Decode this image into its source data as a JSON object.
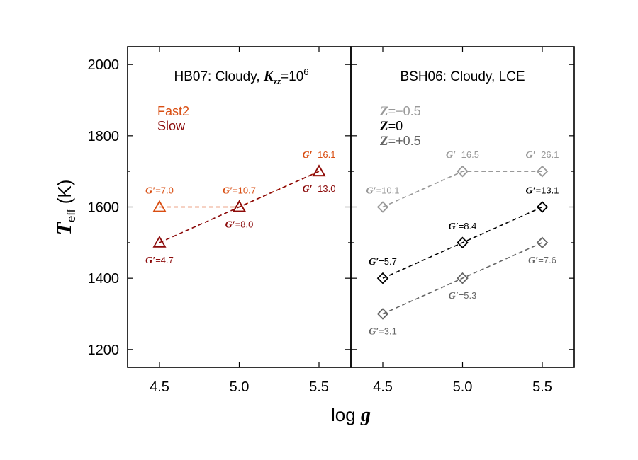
{
  "chart_data": [
    {
      "type": "line",
      "panel": "left",
      "title": {
        "prefix": "HB07: Cloudy, ",
        "k_symbol": "K",
        "k_sub": "zz",
        "eq": "=10",
        "exp": "6"
      },
      "legend": [
        {
          "label": "Fast2",
          "color": "#d94e12"
        },
        {
          "label": "Slow",
          "color": "#8b0a0a"
        }
      ],
      "marker": "triangle",
      "series": [
        {
          "name": "Fast2",
          "color": "#d94e12",
          "points": [
            {
              "x": 4.5,
              "y": 1600,
              "label_value": "=7.0",
              "label_pos": "above"
            },
            {
              "x": 5.0,
              "y": 1600,
              "label_value": "=10.7",
              "label_pos": "above"
            },
            {
              "x": 5.5,
              "y": 1700,
              "label_value": "=16.1",
              "label_pos": "above"
            }
          ]
        },
        {
          "name": "Slow",
          "color": "#8b0a0a",
          "points": [
            {
              "x": 4.5,
              "y": 1500,
              "label_value": "=4.7",
              "label_pos": "below"
            },
            {
              "x": 5.0,
              "y": 1600,
              "label_value": "=8.0",
              "label_pos": "below"
            },
            {
              "x": 5.5,
              "y": 1700,
              "label_value": "=13.0",
              "label_pos": "below"
            }
          ]
        }
      ],
      "xlim": [
        4.3,
        5.7
      ],
      "ylim": [
        1150,
        2050
      ],
      "xticks": [
        4.5,
        5.0,
        5.5
      ],
      "yticks": [
        1200,
        1400,
        1600,
        1800,
        2000
      ]
    },
    {
      "type": "line",
      "panel": "right",
      "title": {
        "text": "BSH06: Cloudy, LCE"
      },
      "legend": [
        {
          "symbol": "Z",
          "value": "=−0.5",
          "color": "#999999"
        },
        {
          "symbol": "Z",
          "value": "=0",
          "color": "#000000"
        },
        {
          "symbol": "Z",
          "value": "=+0.5",
          "color": "#666666"
        }
      ],
      "marker": "diamond",
      "series": [
        {
          "name": "Z=−0.5",
          "color": "#999999",
          "points": [
            {
              "x": 4.5,
              "y": 1600,
              "label_value": "=10.1",
              "label_pos": "above"
            },
            {
              "x": 5.0,
              "y": 1700,
              "label_value": "=16.5",
              "label_pos": "above"
            },
            {
              "x": 5.5,
              "y": 1700,
              "label_value": "=26.1",
              "label_pos": "above"
            }
          ]
        },
        {
          "name": "Z=0",
          "color": "#000000",
          "points": [
            {
              "x": 4.5,
              "y": 1400,
              "label_value": "=5.7",
              "label_pos": "above"
            },
            {
              "x": 5.0,
              "y": 1500,
              "label_value": "=8.4",
              "label_pos": "above"
            },
            {
              "x": 5.5,
              "y": 1600,
              "label_value": "=13.1",
              "label_pos": "above"
            }
          ]
        },
        {
          "name": "Z=+0.5",
          "color": "#666666",
          "points": [
            {
              "x": 4.5,
              "y": 1300,
              "label_value": "=3.1",
              "label_pos": "below"
            },
            {
              "x": 5.0,
              "y": 1400,
              "label_value": "=5.3",
              "label_pos": "below"
            },
            {
              "x": 5.5,
              "y": 1500,
              "label_value": "=7.6",
              "label_pos": "below"
            }
          ]
        }
      ],
      "xlim": [
        4.3,
        5.7
      ],
      "ylim": [
        1150,
        2050
      ],
      "xticks": [
        4.5,
        5.0,
        5.5
      ],
      "yticks": [
        1200,
        1400,
        1600,
        1800,
        2000
      ]
    }
  ],
  "point_label_prefix": "G′",
  "xlabel": {
    "text": "log ",
    "symbol": "g"
  },
  "ylabel": {
    "symbol": "T",
    "sub": "eff",
    "unit": " (K)"
  }
}
